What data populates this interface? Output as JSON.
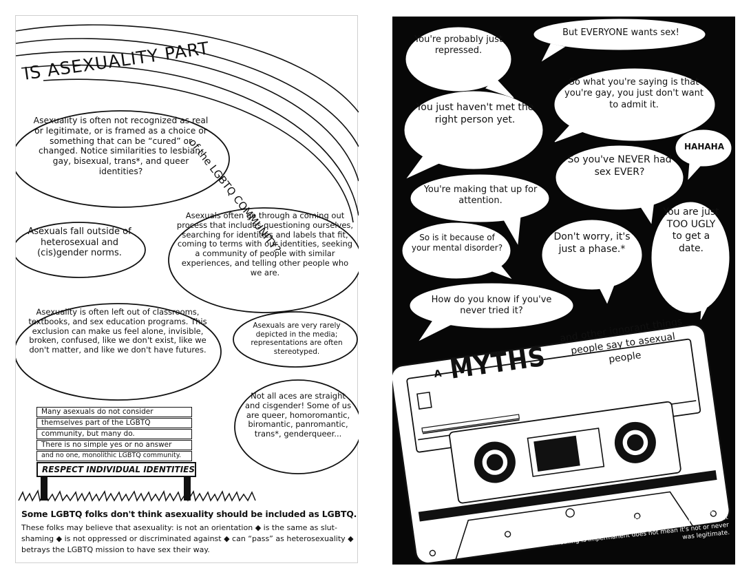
{
  "left_page": {
    "title": "IS ASEXUALITY PART",
    "title_tail": "of the LGBTQ COMMUNITY?",
    "bubbles": [
      "Asexuality is often not recognized as real or legitimate, or is framed as a choice or something that can be “cured” or changed. Notice similarities to lesbian, gay, bisexual, trans*, and queer identities?",
      "Asexuals fall outside of heterosexual and (cis)gender norms.",
      "Asexuals often go through a coming out process that includes questioning ourselves, searching for identities and labels that fit, coming to terms with our identities, seeking a community of people with similar experiences, and telling other people who we are.",
      "Asexuality is often left out of classrooms, textbooks, and sex education programs. This exclusion can make us feel alone, invisible, broken, confused, like we don't exist, like we don't matter, and like we don't have futures.",
      "Asexuals are very rarely depicted in the media; representations are often stereotyped.",
      "Not all aces are straight and cisgender! Some of us are queer, homoromantic, biromantic, panromantic, trans*, genderqueer..."
    ],
    "bench_planks": [
      "Many asexuals do not consider",
      "themselves part of the LGBTQ",
      "community, but many do.",
      "There is no simple yes or no answer",
      "and no one, monolithic LGBTQ community."
    ],
    "bench_sign": "RESPECT INDIVIDUAL IDENTITIES",
    "bottom_heading": "Some LGBTQ folks don't think asexuality should be included as LGBTQ.",
    "bottom_text": "These folks may believe that asexuality: is not an orientation ◆ is the same as slut-shaming ◆ is not oppressed or discriminated against ◆ can “pass” as heterosexuality ◆ betrays the LGBTQ mission to have sex their way."
  },
  "right_page": {
    "bubbles": [
      "You're probably just repressed.",
      "But EVERYONE wants sex!",
      "So what you're saying is that you're gay, you just don't want to admit it.",
      "You just haven't met the right person yet.",
      "HAHAHA",
      "So you've NEVER had sex EVER?",
      "You're making that up for attention.",
      "You are just TOO UGLY to get a date.",
      "So is it because of your mental disorder?",
      "Don't worry, it's just a phase.*",
      "How do you know if you've never tried it?"
    ],
    "cassette": {
      "side_label": "A",
      "title": "MYTHS",
      "subtitle": "and other ignorant things people say to asexual people"
    },
    "footnote": "* Although asexuality may be temporary for some asexuals, the term “phase” is often used to discredit very real feelings. Just because something is impermanent does not mean it's not or never was legitimate."
  }
}
